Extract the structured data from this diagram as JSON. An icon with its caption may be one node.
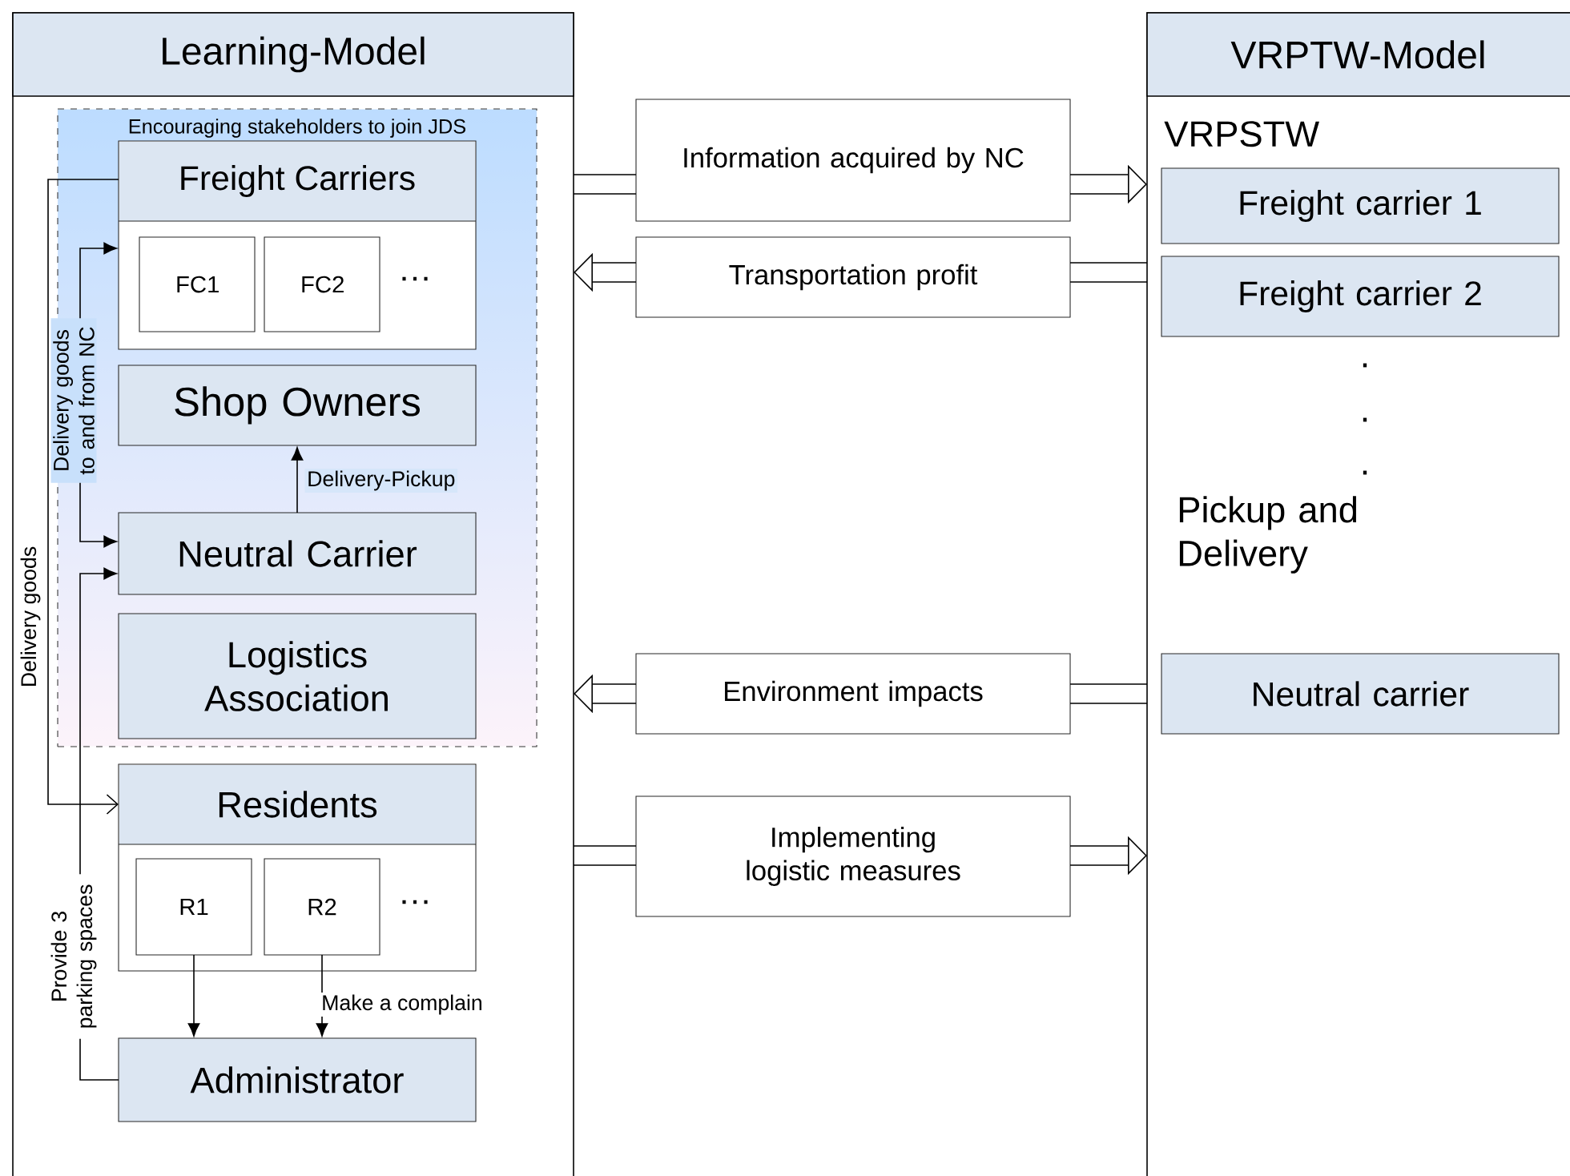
{
  "diagram": {
    "nodes": [
      {
        "text": [
          "Learning-Model"
        ]
      },
      {
        "text": [
          "Encouraging stakeholders to join JDS"
        ],
        "in": 0
      },
      {
        "text": [
          "Freight Carriers",
          "…"
        ],
        "in": 1
      },
      {
        "text": [
          "FC1"
        ],
        "in": 2
      },
      {
        "text": [
          "FC2"
        ],
        "in": 2
      },
      {
        "text": [
          "Shop Owners"
        ],
        "in": 1
      },
      {
        "text": [
          "Neutral Carrier"
        ],
        "in": 1
      },
      {
        "text": [
          "Logistics Association"
        ],
        "in": 1
      },
      {
        "text": [
          "Residents",
          "…"
        ],
        "in": 0
      },
      {
        "text": [
          "R1"
        ],
        "in": 8
      },
      {
        "text": [
          "R2"
        ],
        "in": 8
      },
      {
        "text": [
          "Administrator"
        ],
        "in": 0
      },
      {
        "text": [
          "VRPTW-Model",
          "VRPSTW",
          ".",
          ".",
          ".",
          "Pickup and Delivery"
        ]
      },
      {
        "text": [
          "Freight carrier 1"
        ],
        "in": 12
      },
      {
        "text": [
          "Freight carrier 2"
        ],
        "in": 12
      },
      {
        "text": [
          "Neutral carrier"
        ],
        "in": 12
      },
      {
        "text": [
          "Information acquired by NC"
        ]
      },
      {
        "text": [
          "Transportation profit"
        ]
      },
      {
        "text": [
          "Environment impacts"
        ]
      },
      {
        "text": [
          "Implementing logistic measures"
        ]
      }
    ],
    "edges": [
      {
        "from": 0,
        "to": 16,
        "arrow": "none"
      },
      {
        "from": 16,
        "to": 12,
        "arrow": "to"
      },
      {
        "from": 12,
        "to": 17,
        "arrow": "none"
      },
      {
        "from": 17,
        "to": 0,
        "arrow": "to"
      },
      {
        "from": 12,
        "to": 18,
        "arrow": "none"
      },
      {
        "from": 18,
        "to": 0,
        "arrow": "to"
      },
      {
        "from": 0,
        "to": 19,
        "arrow": "none"
      },
      {
        "from": 19,
        "to": 12,
        "arrow": "to"
      },
      {
        "from": 2,
        "to": 8,
        "arrow": "to",
        "label": "Delivery goods"
      },
      {
        "from": 6,
        "to": 2,
        "arrow": "both",
        "label": "Delivery goods to and from NC"
      },
      {
        "from": 6,
        "to": 5,
        "arrow": "to",
        "label": "Delivery-Pickup"
      },
      {
        "from": 11,
        "to": 6,
        "arrow": "to",
        "label": "Provide 3 parking spaces"
      },
      {
        "from": 9,
        "to": 11,
        "arrow": "to"
      },
      {
        "from": 10,
        "to": 11,
        "arrow": "to",
        "label": "Make a complain"
      }
    ]
  }
}
